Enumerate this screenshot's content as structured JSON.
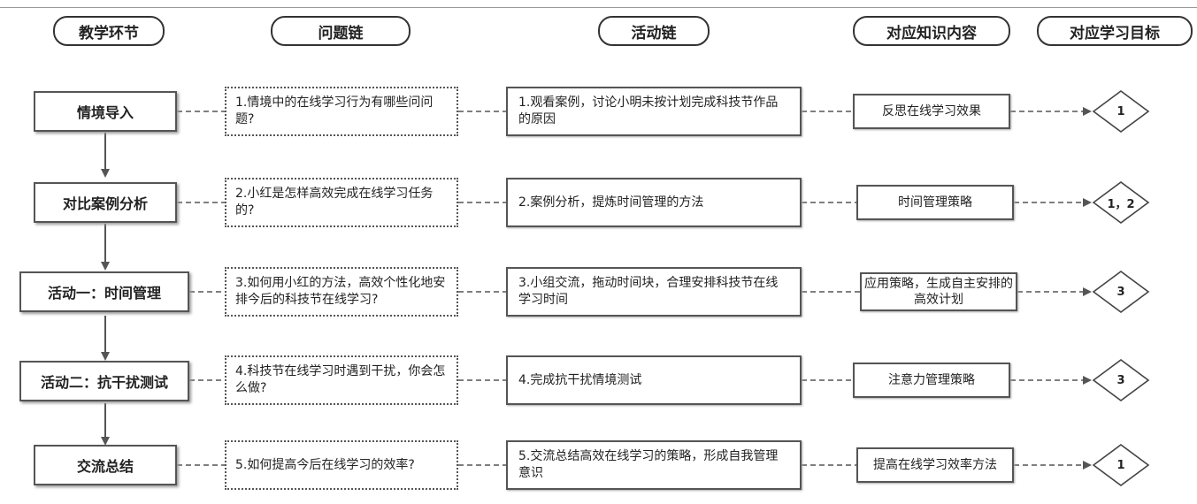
{
  "headers": {
    "stage": "教学环节",
    "question": "问题链",
    "activity": "活动链",
    "knowledge": "对应知识内容",
    "goal": "对应学习目标"
  },
  "rows": [
    {
      "stage": "情境导入",
      "question": "1.情境中的在线学习行为有哪些问问题?",
      "activity": "1.观看案例，讨论小明未按计划完成科技节作品的原因",
      "knowledge": "反思在线学习效果",
      "goal": "1"
    },
    {
      "stage": "对比案例分析",
      "question": "2.小红是怎样高效完成在线学习任务的?",
      "activity": "2.案例分析，提炼时间管理的方法",
      "knowledge": "时间管理策略",
      "goal": "1，2"
    },
    {
      "stage": "活动一：时间管理",
      "question": "3.如何用小红的方法，高效个性化地安排今后的科技节在线学习?",
      "activity": "3.小组交流，拖动时间块，合理安排科技节在线学习时间",
      "knowledge": "应用策略，生成自主安排的高效计划",
      "goal": "3"
    },
    {
      "stage": "活动二：抗干扰测试",
      "question": "4.科技节在线学习时遇到干扰，你会怎么做?",
      "activity": "4.完成抗干扰情境测试",
      "knowledge": "注意力管理策略",
      "goal": "3"
    },
    {
      "stage": "交流总结",
      "question": "5.如何提高今后在线学习的效率?",
      "activity": "5.交流总结高效在线学习的策略，形成自我管理意识",
      "knowledge": "提高在线学习效率方法",
      "goal": "1"
    }
  ]
}
